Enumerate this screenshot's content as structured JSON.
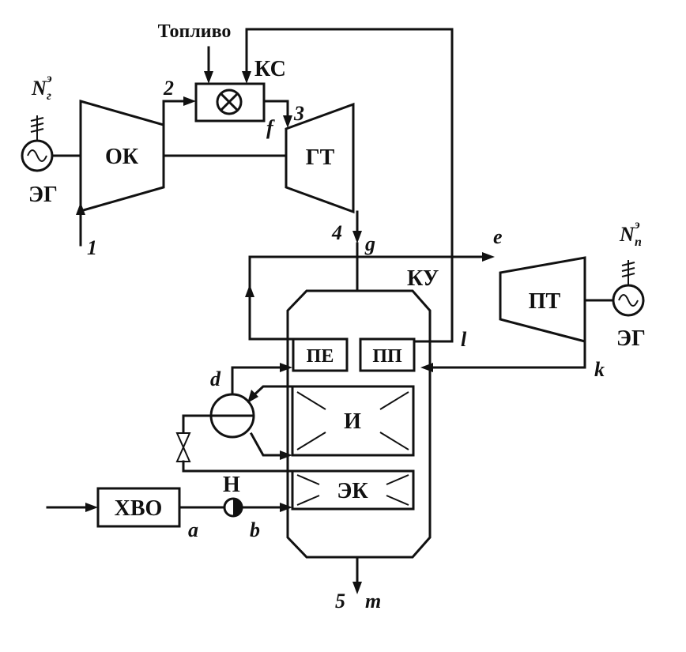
{
  "labels": {
    "fuel": "Топливо",
    "combustion_chamber": "КС",
    "air_compressor": "ОК",
    "gas_turbine": "ГТ",
    "steam_turbine": "ПТ",
    "generator_left": "ЭГ",
    "generator_right": "ЭГ",
    "heat_recovery_boiler": "КУ",
    "superheater": "ПЕ",
    "reheater": "ПП",
    "evaporator": "И",
    "economizer": "ЭК",
    "water_treatment": "ХВО",
    "pump": "Н",
    "gt_power_main": "N",
    "gt_power_sup": "э",
    "gt_power_sub": "г",
    "st_power_main": "N",
    "st_power_sup": "э",
    "st_power_sub": "п"
  },
  "points": {
    "p1": "1",
    "p2": "2",
    "p3": "3",
    "p4": "4",
    "p5": "5",
    "a": "a",
    "b": "b",
    "d": "d",
    "e": "e",
    "f": "f",
    "g": "g",
    "k": "k",
    "l": "l",
    "m": "m"
  }
}
